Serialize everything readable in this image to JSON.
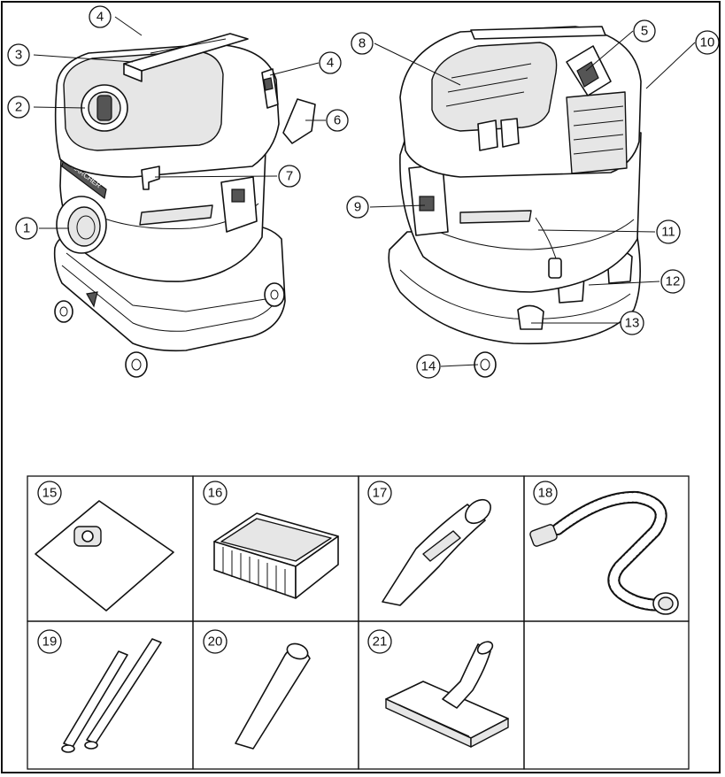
{
  "callouts": {
    "main": [
      {
        "id": "c1",
        "label": "1"
      },
      {
        "id": "c2",
        "label": "2"
      },
      {
        "id": "c3",
        "label": "3"
      },
      {
        "id": "c4a",
        "label": "4"
      },
      {
        "id": "c4b",
        "label": "4"
      },
      {
        "id": "c5",
        "label": "5"
      },
      {
        "id": "c6",
        "label": "6"
      },
      {
        "id": "c7",
        "label": "7"
      },
      {
        "id": "c8",
        "label": "8"
      },
      {
        "id": "c9",
        "label": "9"
      },
      {
        "id": "c10",
        "label": "10"
      },
      {
        "id": "c11",
        "label": "11"
      },
      {
        "id": "c12",
        "label": "12"
      },
      {
        "id": "c13",
        "label": "13"
      },
      {
        "id": "c14",
        "label": "14"
      }
    ],
    "accessories": [
      {
        "id": "c15",
        "label": "15"
      },
      {
        "id": "c16",
        "label": "16"
      },
      {
        "id": "c17",
        "label": "17"
      },
      {
        "id": "c18",
        "label": "18"
      },
      {
        "id": "c19",
        "label": "19"
      },
      {
        "id": "c20",
        "label": "20"
      },
      {
        "id": "c21",
        "label": "21"
      }
    ]
  },
  "brand_text": "KÄRCHER"
}
